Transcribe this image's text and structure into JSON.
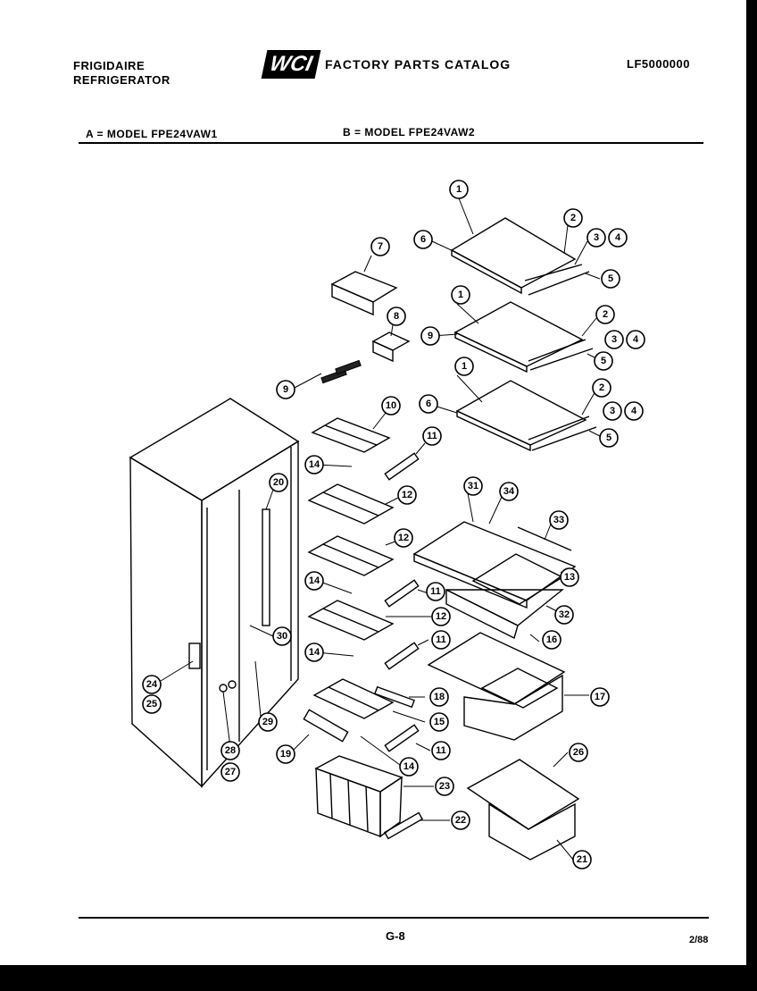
{
  "header": {
    "brand_line1": "FRIGIDAIRE",
    "brand_line2": "REFRIGERATOR",
    "logo": "WCI",
    "catalog_title": "FACTORY PARTS CATALOG",
    "code": "LF5000000"
  },
  "models": {
    "a": "A = MODEL FPE24VAW1",
    "b": "B = MODEL FPE24VAW2"
  },
  "footer": {
    "page": "G-8",
    "date": "2/88"
  },
  "callouts": [
    {
      "label": "1"
    },
    {
      "label": "2"
    },
    {
      "label": "3"
    },
    {
      "label": "4"
    },
    {
      "label": "5"
    },
    {
      "label": "6"
    },
    {
      "label": "7"
    },
    {
      "label": "8"
    },
    {
      "label": "1"
    },
    {
      "label": "9"
    },
    {
      "label": "2"
    },
    {
      "label": "3"
    },
    {
      "label": "4"
    },
    {
      "label": "5"
    },
    {
      "label": "9"
    },
    {
      "label": "1"
    },
    {
      "label": "6"
    },
    {
      "label": "2"
    },
    {
      "label": "3"
    },
    {
      "label": "4"
    },
    {
      "label": "5"
    },
    {
      "label": "10"
    },
    {
      "label": "11"
    },
    {
      "label": "14"
    },
    {
      "label": "20"
    },
    {
      "label": "12"
    },
    {
      "label": "31"
    },
    {
      "label": "34"
    },
    {
      "label": "33"
    },
    {
      "label": "12"
    },
    {
      "label": "13"
    },
    {
      "label": "14"
    },
    {
      "label": "11"
    },
    {
      "label": "32"
    },
    {
      "label": "12"
    },
    {
      "label": "30"
    },
    {
      "label": "14"
    },
    {
      "label": "11"
    },
    {
      "label": "16"
    },
    {
      "label": "24"
    },
    {
      "label": "25"
    },
    {
      "label": "18"
    },
    {
      "label": "17"
    },
    {
      "label": "29"
    },
    {
      "label": "15"
    },
    {
      "label": "28"
    },
    {
      "label": "27"
    },
    {
      "label": "19"
    },
    {
      "label": "11"
    },
    {
      "label": "14"
    },
    {
      "label": "26"
    },
    {
      "label": "23"
    },
    {
      "label": "22"
    },
    {
      "label": "21"
    }
  ]
}
